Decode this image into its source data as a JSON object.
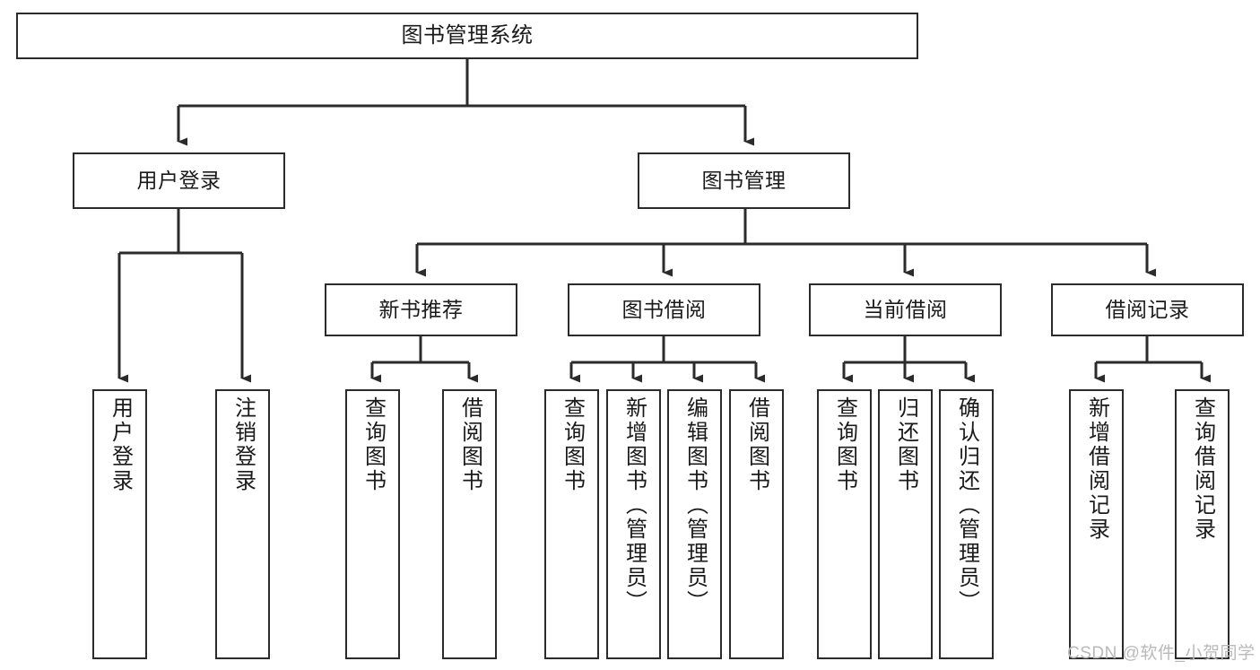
{
  "diagram": {
    "title": "图书管理系统",
    "type": "tree-hierarchy",
    "watermark": "CSDN @软件_小贺同学",
    "colors": {
      "background": "#ffffff",
      "box_border": "#2b2b2b",
      "box_fill": "#ffffff",
      "text": "#1a1a1a",
      "edge": "#2b2b2b",
      "watermark": "#b9b9b9"
    },
    "nodes": {
      "root": {
        "label": "图书管理系统"
      },
      "level1": [
        {
          "label": "用户登录"
        },
        {
          "label": "图书管理"
        }
      ],
      "level2": [
        {
          "label": "新书推荐"
        },
        {
          "label": "图书借阅"
        },
        {
          "label": "当前借阅"
        },
        {
          "label": "借阅记录"
        }
      ],
      "leaves": [
        {
          "label": "用户登录"
        },
        {
          "label": "注销登录"
        },
        {
          "label": "查询图书"
        },
        {
          "label": "借阅图书"
        },
        {
          "label": "查询图书"
        },
        {
          "label": "新增图书（管理员）"
        },
        {
          "label": "编辑图书（管理员）"
        },
        {
          "label": "借阅图书"
        },
        {
          "label": "查询图书"
        },
        {
          "label": "归还图书"
        },
        {
          "label": "确认归还（管理员）"
        },
        {
          "label": "新增借阅记录"
        },
        {
          "label": "查询借阅记录"
        }
      ]
    }
  }
}
